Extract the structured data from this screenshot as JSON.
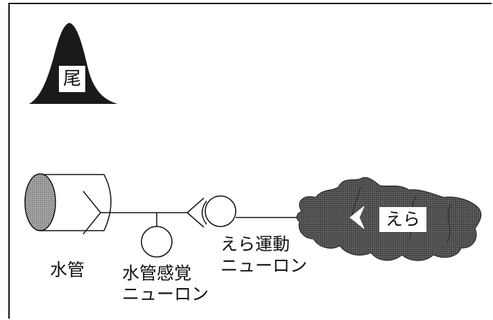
{
  "labels": {
    "tail": "尾",
    "siphon": "水管",
    "sensory_line1": "水管感覚",
    "sensory_line2": "ニューロン",
    "motor_line1": "えら運動",
    "motor_line2": "ニューロン",
    "gill": "えら"
  },
  "colors": {
    "frame": "#111111",
    "tail_fill": "#1a1a1a",
    "gill_fill": "#555555",
    "siphon_fill": "#9a9a9a",
    "line": "#111111"
  }
}
